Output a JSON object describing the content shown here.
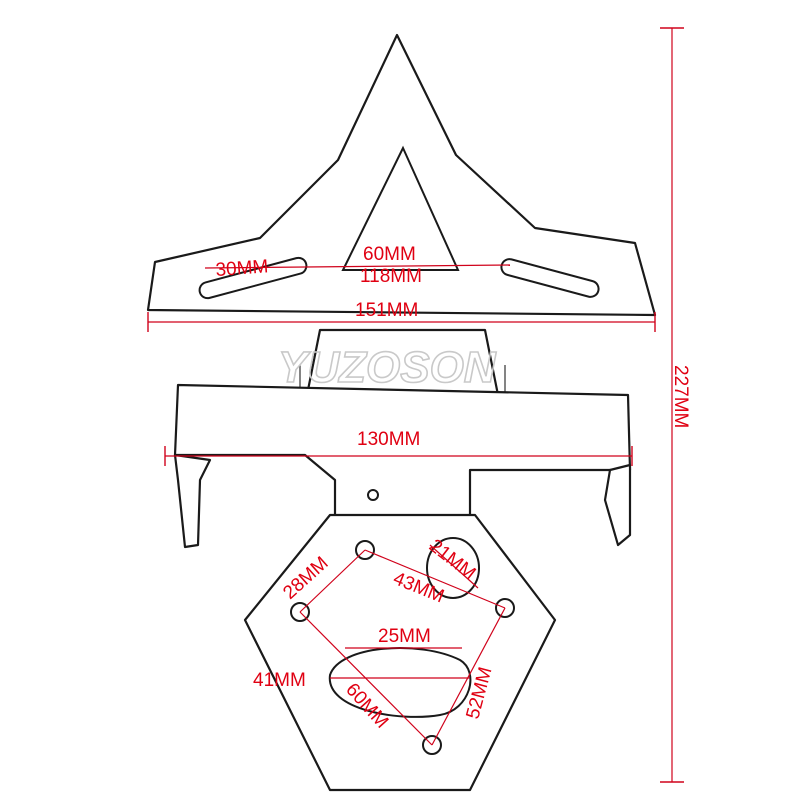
{
  "watermark": "YUZOSON",
  "dimensions": {
    "slot_length": "30MM",
    "hole_distance": "60MM",
    "slot_span": "118MM",
    "top_width": "151MM",
    "mid_width": "130MM",
    "total_height": "227MM",
    "plate_left_edge": "28MM",
    "round_cutout": "21MM",
    "upper_diagonal": "43MM",
    "cutout_offset": "25MM",
    "cutout_width": "41MM",
    "lower_diagonal": "60MM",
    "plate_right_edge": "52MM"
  },
  "colors": {
    "dimension_red": "#e00012",
    "outline": "#1a1a1a"
  }
}
